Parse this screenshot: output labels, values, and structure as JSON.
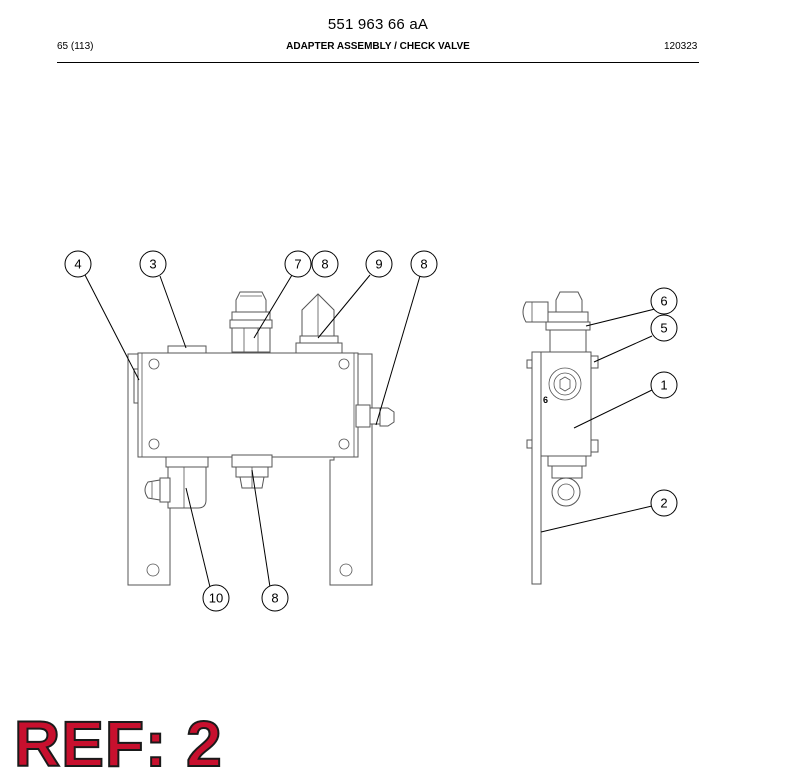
{
  "header": {
    "doc_number": "551 963 66 aA",
    "page": "65 (113)",
    "title": "ADAPTER ASSEMBLY / CHECK VALVE",
    "date": "120323"
  },
  "callouts": {
    "c4": "4",
    "c3": "3",
    "c7": "7",
    "c8a": "8",
    "c9": "9",
    "c8b": "8",
    "c10": "10",
    "c8c": "8",
    "c6": "6",
    "c5": "5",
    "c1": "1",
    "c2": "2"
  },
  "side_view_label": "6",
  "ref_stamp": "REF: 2",
  "colors": {
    "stamp_fill": "#c8102e",
    "stamp_outline": "#1a1a1a",
    "line": "#555555"
  }
}
